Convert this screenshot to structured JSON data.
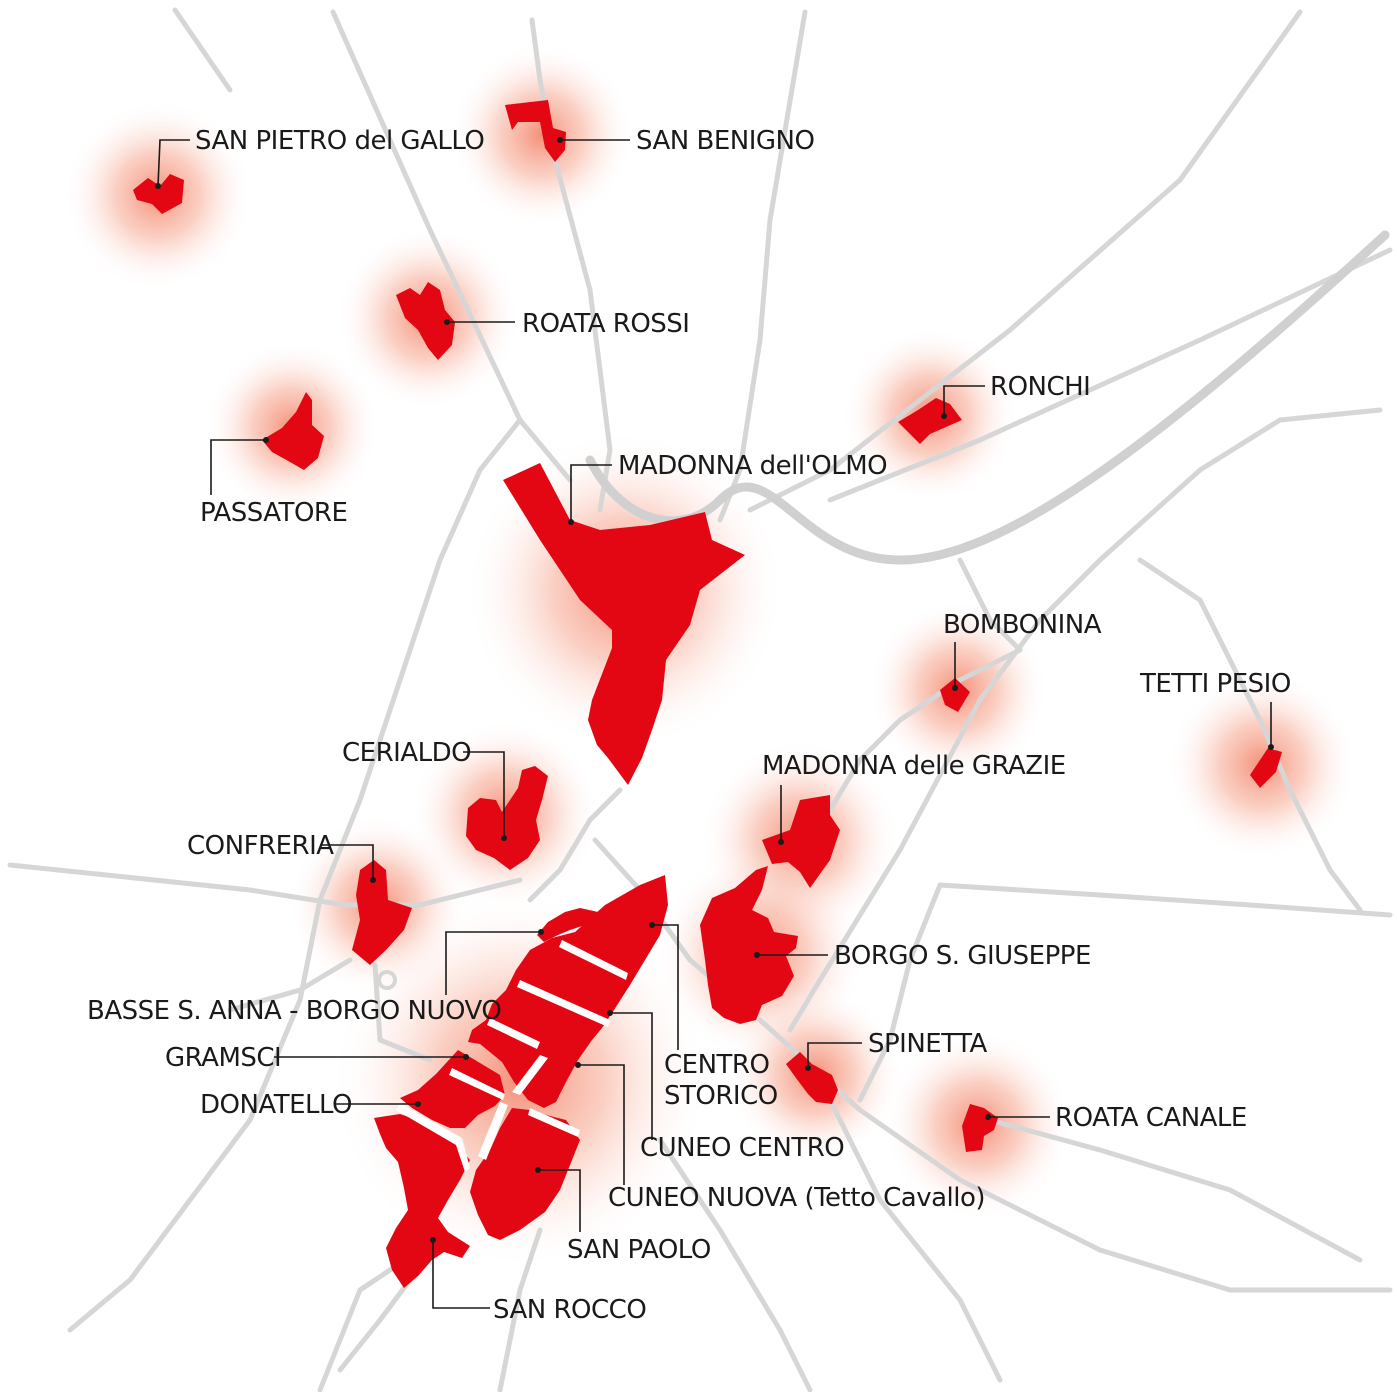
{
  "map": {
    "accent_color": "#e30613",
    "road_color": "#d6d6d6",
    "glow_color": "#f28a6e",
    "labels": {
      "san_pietro_del_gallo": "SAN PIETRO del GALLO",
      "san_benigno": "SAN BENIGNO",
      "roata_rossi": "ROATA ROSSI",
      "ronchi": "RONCHI",
      "passatore": "PASSATORE",
      "madonna_dell_olmo": "MADONNA dell'OLMO",
      "bombonina": "BOMBONINA",
      "tetti_pesio": "TETTI PESIO",
      "cerialdo": "CERIALDO",
      "madonna_delle_grazie": "MADONNA delle GRAZIE",
      "confreria": "CONFRERIA",
      "borgo_s_giuseppe": "BORGO S. GIUSEPPE",
      "basse_s_anna": "BASSE S. ANNA - BORGO NUOVO",
      "gramsci": "GRAMSCI",
      "centro_storico_1": "CENTRO",
      "centro_storico_2": "STORICO",
      "spinetta": "SPINETTA",
      "donatello": "DONATELLO",
      "roata_canale": "ROATA CANALE",
      "cuneo_centro": "CUNEO CENTRO",
      "cuneo_nuova": "CUNEO NUOVA (Tetto Cavallo)",
      "san_paolo": "SAN PAOLO",
      "san_rocco": "SAN ROCCO"
    }
  }
}
